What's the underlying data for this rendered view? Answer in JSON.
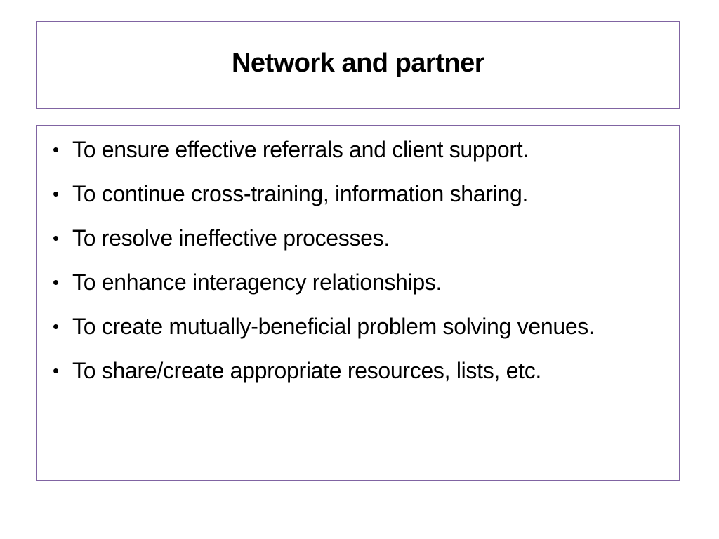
{
  "slide": {
    "title": "Network and partner",
    "border_color": "#8064a2",
    "bullet_glyph": "•",
    "bullets": [
      "To ensure effective referrals and client support.",
      "To continue cross-training, information sharing.",
      "To resolve ineffective processes.",
      "To enhance interagency relationships.",
      "To create mutually-beneficial problem solving venues.",
      "To share/create appropriate resources, lists, etc."
    ]
  }
}
